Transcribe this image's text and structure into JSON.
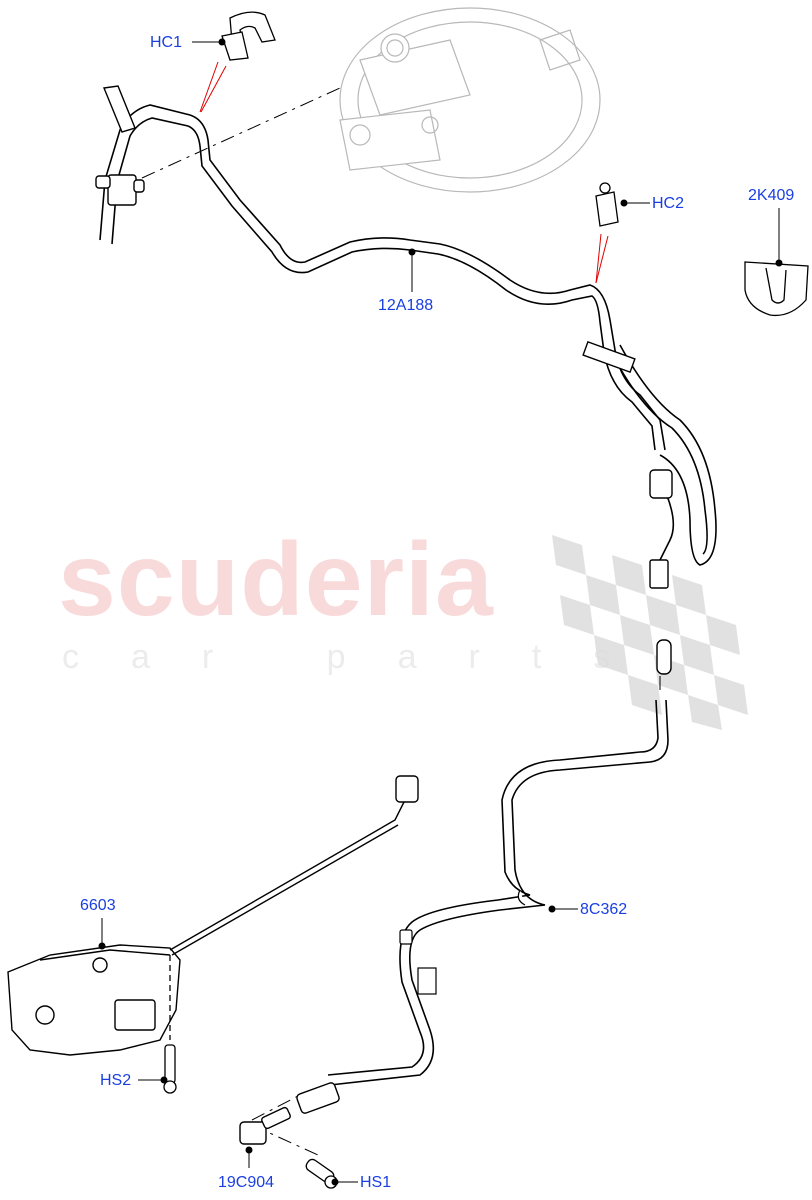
{
  "watermark": {
    "brand": "scuderia",
    "tagline": "car parts",
    "brand_color": "#f9dada",
    "flag_color": "#d9d9d9"
  },
  "diagram": {
    "line_color": "#000000",
    "label_color": "#1a3fe0",
    "leader_color_red": "#e00000",
    "callouts": [
      {
        "id": "HC1",
        "label": "HC1"
      },
      {
        "id": "HC2",
        "label": "HC2"
      },
      {
        "id": "2K409",
        "label": "2K409"
      },
      {
        "id": "12A188",
        "label": "12A188"
      },
      {
        "id": "6603",
        "label": "6603"
      },
      {
        "id": "8C362",
        "label": "8C362"
      },
      {
        "id": "HS2",
        "label": "HS2"
      },
      {
        "id": "19C904",
        "label": "19C904"
      },
      {
        "id": "HS1",
        "label": "HS1"
      }
    ]
  }
}
